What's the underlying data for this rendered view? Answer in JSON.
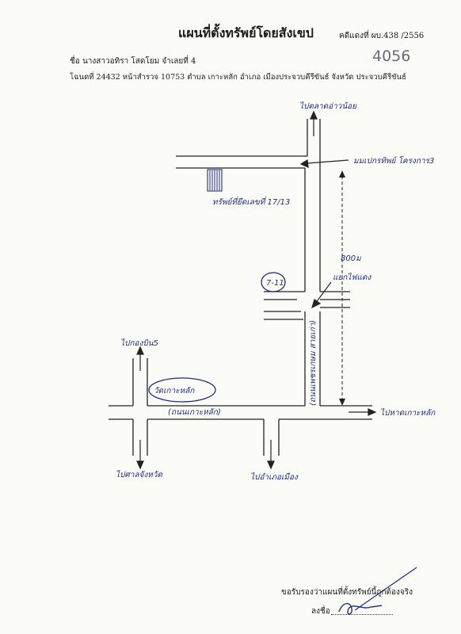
{
  "header": {
    "title": "แผนที่ตั้งทรัพย์โดยสังเขป",
    "case_no": "คดีแดงที่ ผบ.438 /2556",
    "stamp_no": "4056",
    "owner_line": "ชื่อ นางสาวอทิรา  โสดโยม  จำเลยที่ 4",
    "deed_line": "โฉนดที่ 24432 หน้าสำรวจ 10753 ตำบล เกาะหลัก อำเภอ เมืองประจวบคีรีขันธ์ จังหวัด ประจวบคีรีขันธ์"
  },
  "map": {
    "label_to_ao_noi": "ไปตลาดอ่าวน้อย",
    "label_village": "มมเปกรทิพย์ โครงการ3",
    "label_house": "ทรัพย์ที่ยึดเลขที่ 17/13",
    "label_distance": "800ม",
    "label_traffic_light": "แยกไฟแดง",
    "label_7eleven": "7-11",
    "label_to_kong_bin": "ไปกองบิน5",
    "label_temple": "วัดเกาะหลัก",
    "label_road_main": "(ถนนเพชรเกษม สายเก่า)",
    "label_road_kohlak": "(ถนนเกาะหลัก)",
    "label_to_beach": "ไปหาดเกาะหลัก",
    "label_to_court": "ไปศาลจังหวัด",
    "label_to_district": "ไปอำเภอเมือง"
  },
  "footer": {
    "certify": "ขอรับรองว่าแผนที่ตั้งทรัพย์นี้ถูกต้องจริง",
    "sign_label": "ลงชื่อ"
  }
}
